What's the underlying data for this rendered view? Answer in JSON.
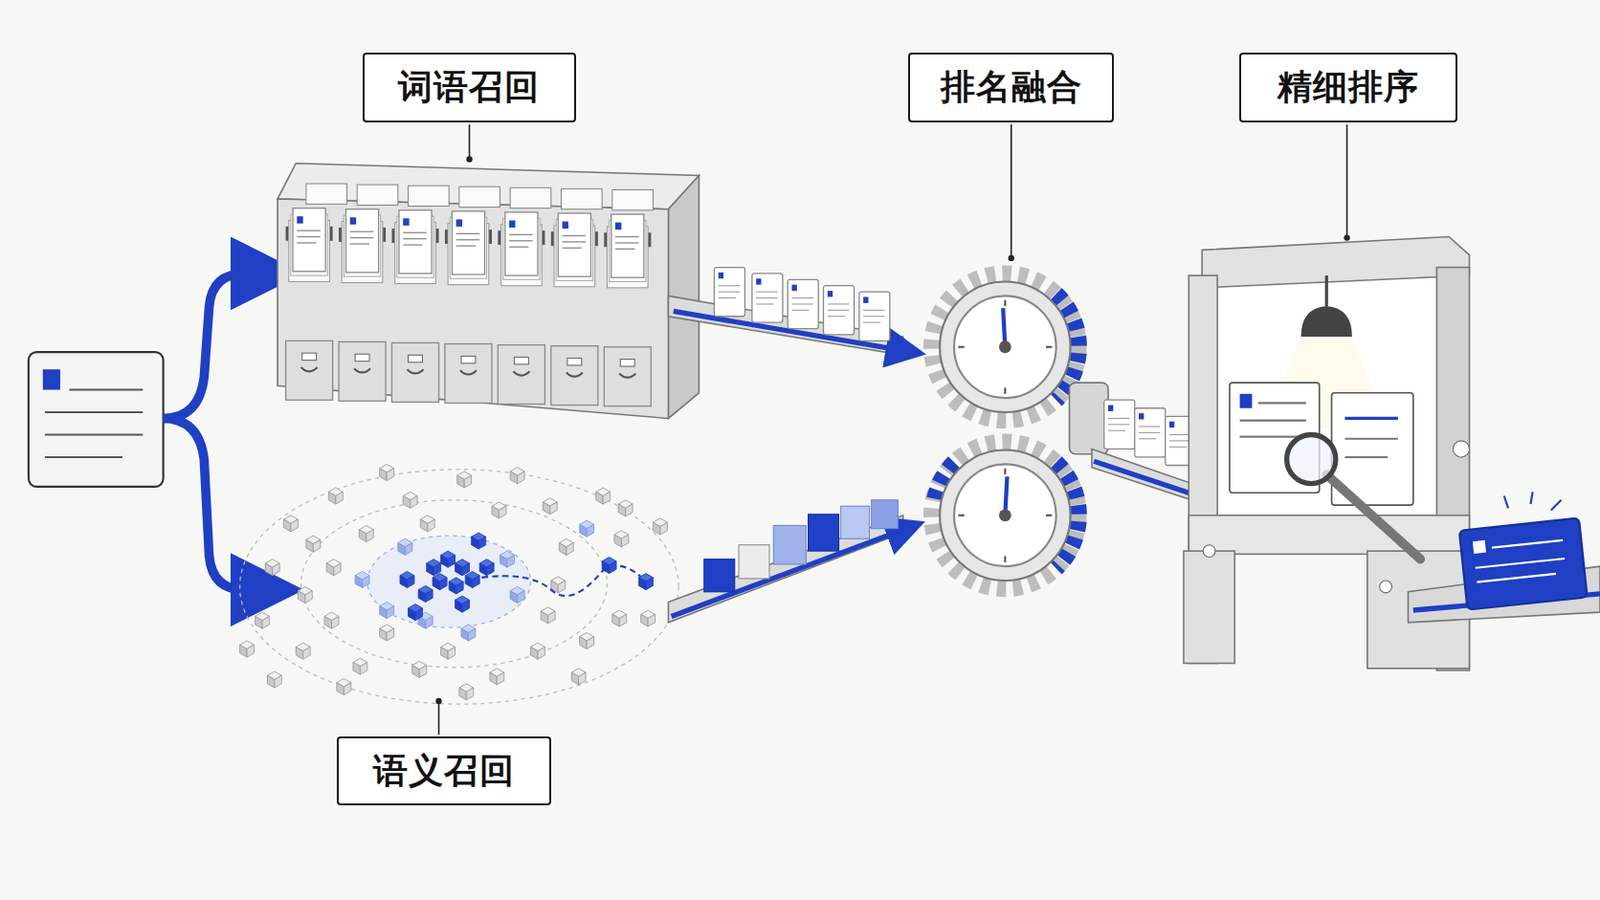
{
  "diagram": {
    "nodes": [
      {
        "text": [
          "词语召回"
        ]
      },
      {
        "text": [
          "排名融合"
        ]
      },
      {
        "text": [
          "精细排序"
        ]
      },
      {
        "text": [
          "语义召回"
        ]
      }
    ]
  }
}
